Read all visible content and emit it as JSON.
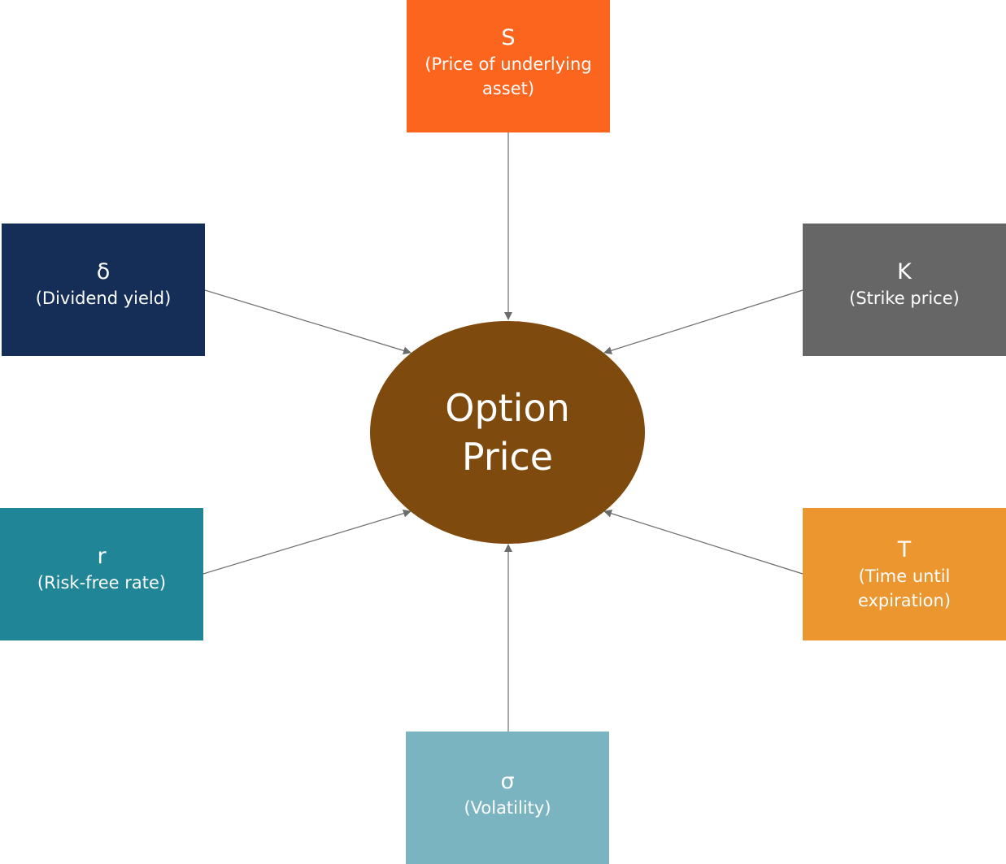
{
  "center": {
    "label": "Option Price",
    "color": "#7f4a0e"
  },
  "factors": {
    "s": {
      "symbol": "S",
      "description": "(Price of underlying asset)",
      "color": "#fb651e"
    },
    "delta": {
      "symbol": "δ",
      "description": "(Dividend yield)",
      "color": "#152e57"
    },
    "k": {
      "symbol": "K",
      "description": "(Strike price)",
      "color": "#666666"
    },
    "r": {
      "symbol": "r",
      "description": "(Risk-free rate)",
      "color": "#208596"
    },
    "t": {
      "symbol": "T",
      "description": "(Time until expiration)",
      "color": "#ec962f"
    },
    "sigma": {
      "symbol": "σ",
      "description": "(Volatility)",
      "color": "#7bb4c1"
    }
  },
  "connector_color": "#6b6b6b"
}
